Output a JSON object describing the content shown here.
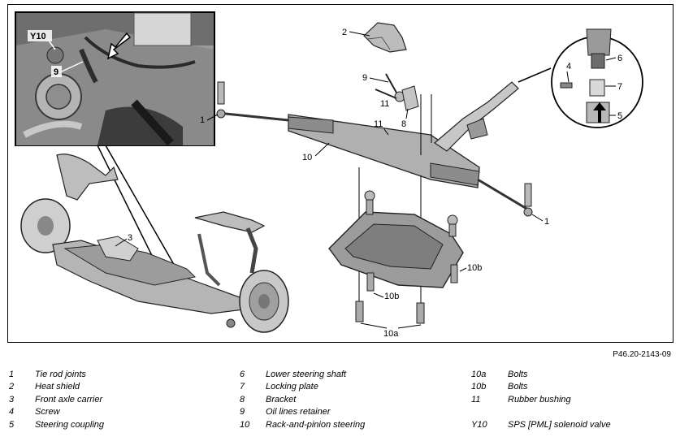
{
  "figure_ref": "P46.20-2143-09",
  "callouts": {
    "c1a": "1",
    "c1b": "1",
    "c2": "2",
    "c3": "3",
    "c4": "4",
    "c5": "5",
    "c6": "6",
    "c7": "7",
    "c8": "8",
    "c9a": "9",
    "c9b": "9",
    "c10": "10",
    "c10a": "10a",
    "c10b1": "10b",
    "c10b2": "10b",
    "c11a": "11",
    "c11b": "11",
    "y10": "Y10"
  },
  "legend": {
    "col1": [
      {
        "num": "1",
        "label": "Tie rod joints"
      },
      {
        "num": "2",
        "label": "Heat shield"
      },
      {
        "num": "3",
        "label": "Front axle carrier"
      },
      {
        "num": "4",
        "label": "Screw"
      },
      {
        "num": "5",
        "label": "Steering coupling"
      }
    ],
    "col2": [
      {
        "num": "6",
        "label": "Lower steering shaft"
      },
      {
        "num": "7",
        "label": "Locking plate"
      },
      {
        "num": "8",
        "label": "Bracket"
      },
      {
        "num": "9",
        "label": "Oil lines retainer"
      },
      {
        "num": "10",
        "label": "Rack-and-pinion steering"
      }
    ],
    "col3": [
      {
        "num": "10a",
        "label": "Bolts"
      },
      {
        "num": "10b",
        "label": "Bolts"
      },
      {
        "num": "11",
        "label": "Rubber bushing"
      },
      {
        "num": "",
        "label": ""
      },
      {
        "num": "Y10",
        "label": "SPS [PML] solenoid valve"
      }
    ]
  }
}
